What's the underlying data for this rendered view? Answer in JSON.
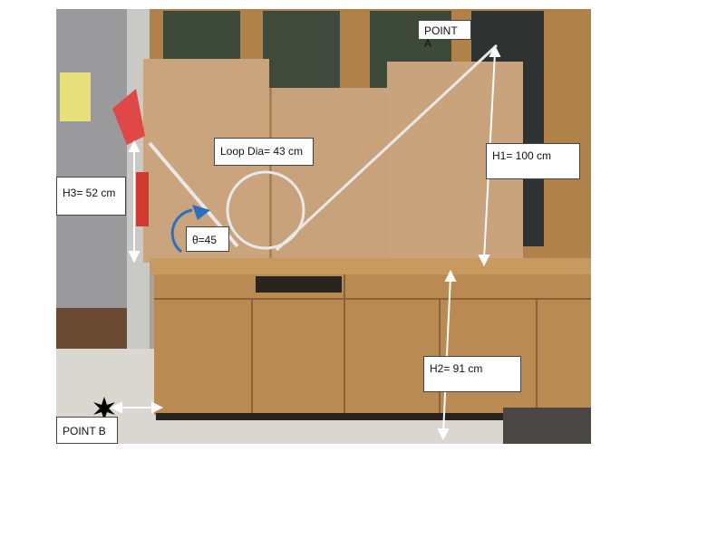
{
  "labels": {
    "point_a": "POINT A",
    "point_b": "POINT B",
    "loop_dia": "Loop Dia= 43 cm",
    "h1": "H1= 100 cm",
    "h2": "H2= 91 cm",
    "h3": "H3= 52 cm",
    "theta": "θ=45"
  },
  "colors": {
    "cardboard": "#c9a47c",
    "wood": "#b98a52",
    "wall": "#9a9a9c",
    "floor": "#d9d7cf",
    "track": "#e8e8e8",
    "angle_marker": "#2a6fc0"
  }
}
